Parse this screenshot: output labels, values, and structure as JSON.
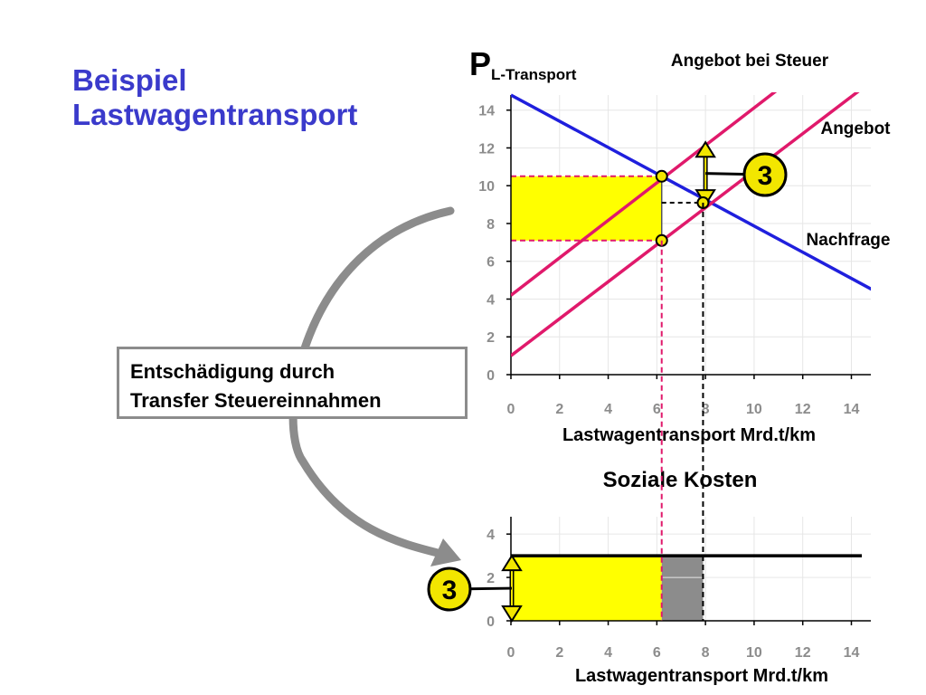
{
  "slide": {
    "title_lines": [
      "Beispiel",
      "Lastwagentransport"
    ],
    "compensation_box": {
      "lines": [
        "Entschädigung durch",
        "Transfer Steuereinnahmen"
      ]
    }
  },
  "colors": {
    "title": "#3a3acb",
    "demand": "#1f1fdd",
    "supply": "#e0196b",
    "highlight": "#ffff00",
    "grey_area": "#8c8c8c",
    "marker": "#f2e600",
    "arrow": "#8c8c8c"
  },
  "chart_data": [
    {
      "type": "line",
      "ylabel_main": "P",
      "ylabel_sub": "L-Transport",
      "xlabel": "Lastwagentransport Mrd.t/km",
      "xlim": [
        0,
        14.8
      ],
      "ylim": [
        0,
        14.8
      ],
      "xticks": [
        0,
        2,
        4,
        6,
        8,
        10,
        12,
        14
      ],
      "yticks": [
        0,
        2,
        4,
        6,
        8,
        10,
        12,
        14
      ],
      "grid": true,
      "series": [
        {
          "name": "Nachfrage",
          "x": [
            0,
            15
          ],
          "y": [
            14.8,
            4.4
          ]
        },
        {
          "name": "Angebot",
          "x": [
            0,
            14.8
          ],
          "y": [
            1.0,
            15.5
          ]
        },
        {
          "name": "Angebot bei Steuer",
          "x": [
            0,
            12.4
          ],
          "y": [
            4.2,
            16.5
          ]
        }
      ],
      "points": [
        {
          "x": 6.2,
          "y": 10.5
        },
        {
          "x": 6.2,
          "y": 7.1
        },
        {
          "x": 7.9,
          "y": 9.1
        }
      ],
      "tax_rectangle": {
        "x": [
          0,
          6.2
        ],
        "y": [
          7.1,
          10.5
        ]
      },
      "tax_marker": {
        "label": "3",
        "x": 8.0,
        "y_range": [
          9.0,
          12.3
        ]
      }
    },
    {
      "type": "area",
      "title": "Soziale Kosten",
      "xlabel": "Lastwagentransport Mrd.t/km",
      "xlim": [
        0,
        14.8
      ],
      "ylim": [
        0,
        4.8
      ],
      "xticks": [
        0,
        2,
        4,
        6,
        8,
        10,
        12,
        14
      ],
      "yticks": [
        0,
        2,
        4
      ],
      "grid": true,
      "cost_line": {
        "x": [
          0,
          14.8
        ],
        "y": 3
      },
      "compensated_area": {
        "x": [
          0,
          6.2
        ],
        "y": [
          0,
          3
        ]
      },
      "remaining_area": {
        "x": [
          6.2,
          7.9
        ],
        "y": [
          0,
          3
        ]
      },
      "tax_marker": {
        "label": "3",
        "y_range": [
          0,
          3
        ]
      }
    }
  ]
}
